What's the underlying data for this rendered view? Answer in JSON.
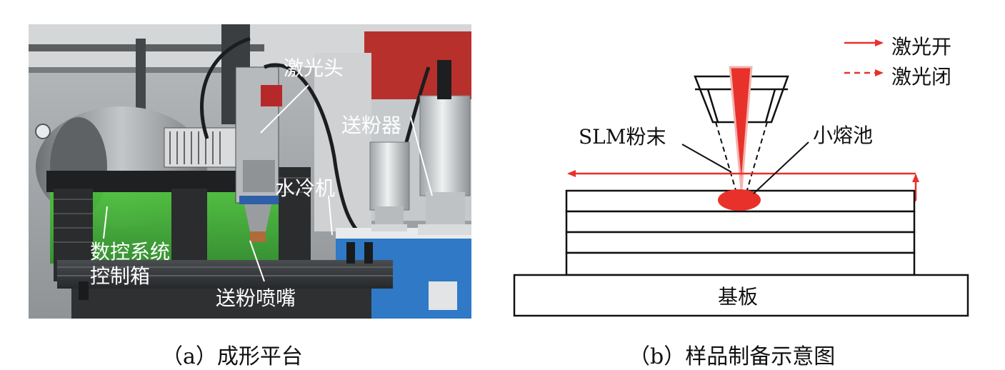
{
  "panel_a": {
    "caption": "（a）成形平台",
    "labels": {
      "laser_head": "激光头",
      "powder_feeder": "送粉器",
      "water_chiller": "水冷机",
      "cnc_box_line1": "数控系统",
      "cnc_box_line2": "控制箱",
      "powder_nozzle": "送粉喷嘴"
    }
  },
  "panel_b": {
    "caption": "（b）样品制备示意图",
    "legend": {
      "laser_on": "激光开",
      "laser_off": "激光闭"
    },
    "labels": {
      "slm_powder": "SLM粉末",
      "melt_pool": "小熔池",
      "substrate": "基板"
    },
    "colors": {
      "laser": "#e8312a",
      "line": "#111111"
    },
    "layer_count": 4
  }
}
